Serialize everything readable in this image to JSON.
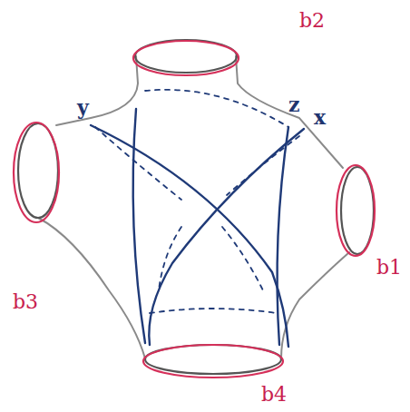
{
  "diagram": {
    "labels": [
      "b2",
      "z",
      "x",
      "y",
      "b1",
      "b3",
      "b4"
    ]
  }
}
